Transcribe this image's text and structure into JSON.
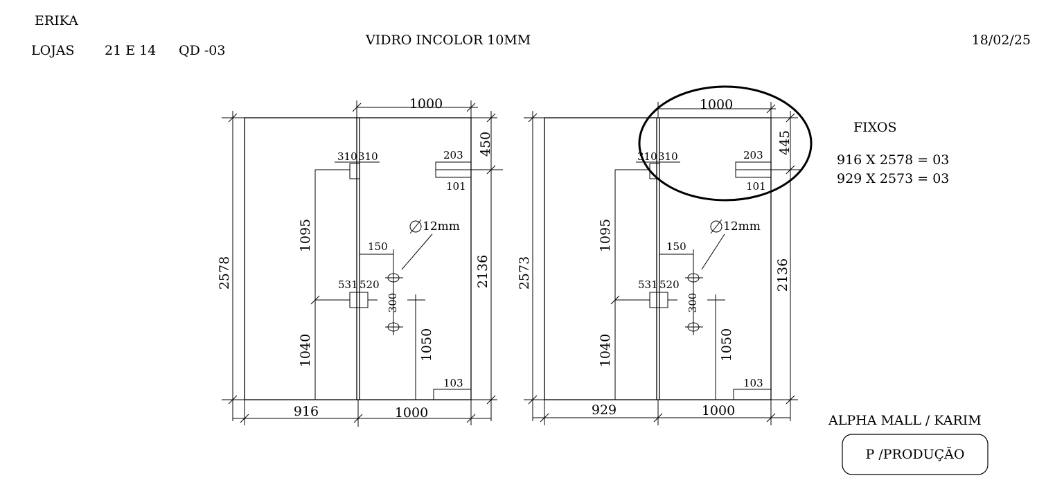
{
  "header": {
    "client": "ERIKA",
    "location_label": "LOJAS",
    "stores": "21 E 14",
    "quantity_code": "QD -03",
    "material": "VIDRO INCOLOR 10MM",
    "date": "18/02/25"
  },
  "left_panel": {
    "top_width": "1000",
    "total_height": "2578",
    "upper_right_height": "450",
    "right_height": "2136",
    "bottom_left_width": "916",
    "bottom_right_width": "1000",
    "hinge_offset_left": "310",
    "hinge_offset_right": "310",
    "top_patch_outer": "203",
    "top_patch_inner": "101",
    "upper_left_height": "1095",
    "lower_left_height": "1040",
    "lock_left": "531",
    "lock_right": "520",
    "hole_offset": "150",
    "hole_diameter": "12mm",
    "hole_spacing": "300",
    "lower_right_height": "1050",
    "bottom_patch": "103"
  },
  "right_panel": {
    "top_width": "1000",
    "total_height": "2573",
    "upper_right_height": "445",
    "right_height": "2136",
    "bottom_left_width": "929",
    "bottom_right_width": "1000",
    "hinge_offset_left": "310",
    "hinge_offset_right": "310",
    "top_patch_outer": "203",
    "top_patch_inner": "101",
    "upper_left_height": "1095",
    "lower_left_height": "1040",
    "lock_left": "531",
    "lock_right": "520",
    "hole_offset": "150",
    "hole_diameter": "12mm",
    "hole_spacing": "300",
    "lower_right_height": "1050",
    "bottom_patch": "103"
  },
  "fixed_list": {
    "title": "FIXOS",
    "items": [
      "916 X 2578 = 03",
      "929 X 2573 = 03"
    ]
  },
  "footer": {
    "project": "ALPHA MALL / KARIM",
    "stamp": "P /PRODUÇÃO"
  }
}
